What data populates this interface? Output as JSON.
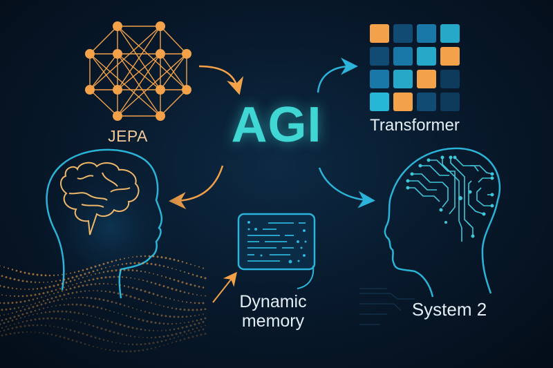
{
  "title": "AGI",
  "nodes": [
    {
      "id": "jepa",
      "label": "JEPA",
      "icon": "neural-network-graph-icon",
      "color": "#f4a24a"
    },
    {
      "id": "transformer",
      "label": "Transformer",
      "icon": "attention-grid-icon"
    },
    {
      "id": "world-model",
      "label": "",
      "icon": "head-with-brain-icon"
    },
    {
      "id": "dynamic-memory",
      "label": "Dynamic\nmemory",
      "icon": "memory-panel-icon"
    },
    {
      "id": "system2",
      "label": "System 2",
      "icon": "head-with-circuit-brain-icon"
    }
  ],
  "labels": {
    "jepa": "JEPA",
    "agi": "AGI",
    "transformer": "Transformer",
    "dynamic_memory_line1": "Dynamic",
    "dynamic_memory_line2": "memory",
    "system2": "System 2"
  },
  "edges": [
    {
      "from": "jepa",
      "to": "agi",
      "color": "#f4a24a"
    },
    {
      "from": "agi",
      "to": "transformer",
      "color": "#2bb3d9"
    },
    {
      "from": "agi",
      "to": "system2",
      "color": "#2bb3d9"
    },
    {
      "from": "agi",
      "to": "world-model",
      "color": "#f4a24a"
    },
    {
      "from": "world-model",
      "to": "dynamic-memory",
      "color": "#f4a24a"
    }
  ],
  "transformer_grid": [
    [
      "orange",
      "dark",
      "mid",
      "light"
    ],
    [
      "dark",
      "mid",
      "light",
      "orange"
    ],
    [
      "mid",
      "light",
      "orange",
      "darker"
    ],
    [
      "light",
      "orange",
      "dark",
      "darker"
    ]
  ],
  "colors": {
    "background": "#061427",
    "orange": "#f4a24a",
    "cyan": "#3fd6d4",
    "blue": "#2bb3d9",
    "text": "#e4eef5"
  }
}
